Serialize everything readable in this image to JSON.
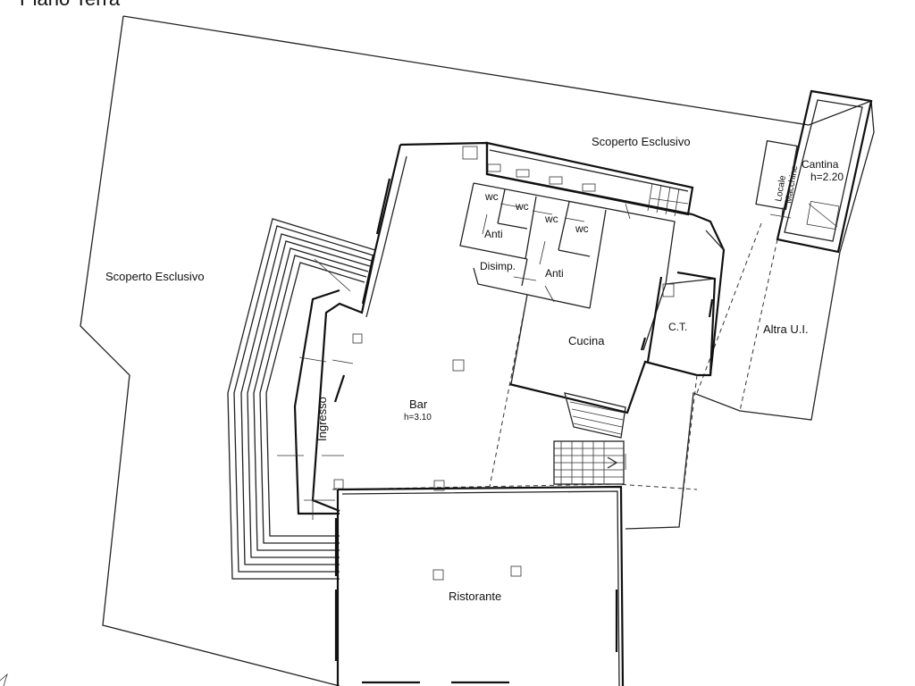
{
  "floor_title": "Piano Terra",
  "labels": {
    "scoperto_top": "Scoperto Esclusivo",
    "scoperto_left": "Scoperto Esclusivo",
    "cantina": "Cantina",
    "cantina_height": "h=2.20",
    "locale_macchine_line1": "Locale",
    "locale_macchine_line2": "Macchine",
    "wc1": "wc",
    "wc2": "wc",
    "wc3": "wc",
    "wc4": "wc",
    "anti1": "Anti",
    "anti2": "Anti",
    "disimp": "Disimp.",
    "cucina": "Cucina",
    "ct": "C.T.",
    "altra_ui": "Altra U.I.",
    "bar": "Bar",
    "bar_height": "h=3.10",
    "ingresso": "Ingresso",
    "ristorante": "Ristorante"
  },
  "colors": {
    "line": "#222222",
    "background": "#ffffff"
  }
}
